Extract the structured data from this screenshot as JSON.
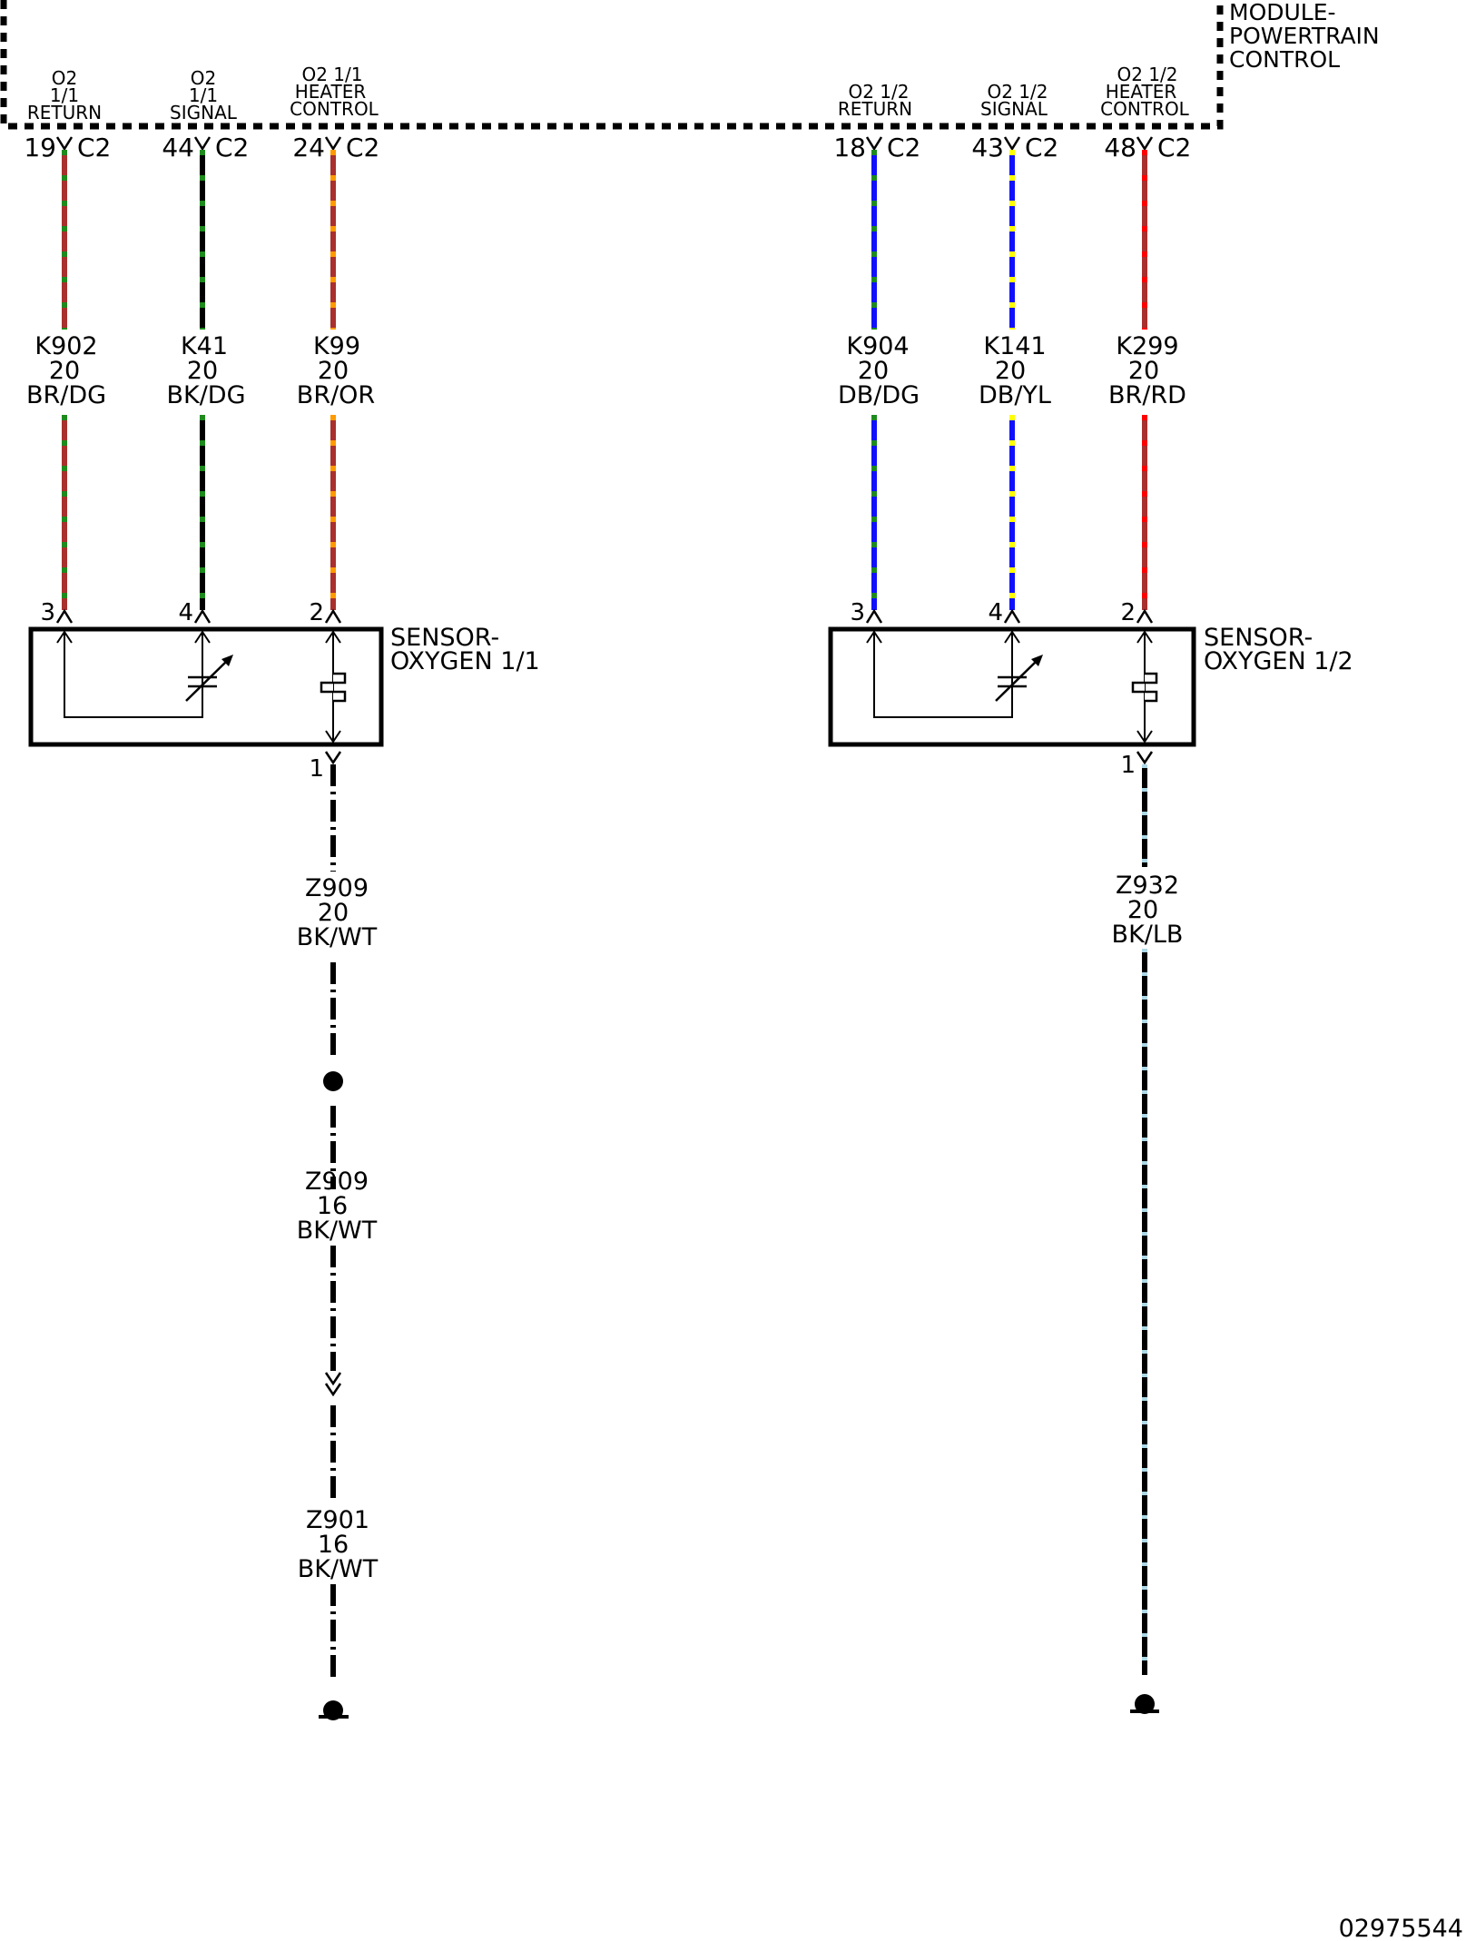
{
  "module": {
    "title_lines": [
      "MODULE-",
      "POWERTRAIN",
      "CONTROL"
    ],
    "pins": [
      {
        "label_lines": [
          "O2",
          "1/1",
          "RETURN"
        ],
        "pin": "19",
        "connector": "C2"
      },
      {
        "label_lines": [
          "O2",
          "1/1",
          "SIGNAL"
        ],
        "pin": "44",
        "connector": "C2"
      },
      {
        "label_lines": [
          "O2 1/1",
          "HEATER",
          "CONTROL"
        ],
        "pin": "24",
        "connector": "C2"
      },
      {
        "label_lines": [
          "O2 1/2",
          "RETURN"
        ],
        "pin": "18",
        "connector": "C2"
      },
      {
        "label_lines": [
          "O2 1/2",
          "SIGNAL"
        ],
        "pin": "43",
        "connector": "C2"
      },
      {
        "label_lines": [
          "O2 1/2",
          "HEATER",
          "CONTROL"
        ],
        "pin": "48",
        "connector": "C2"
      }
    ]
  },
  "wires": [
    {
      "circuit": "K902",
      "gauge": "20",
      "color_code": "BR/DG",
      "base": "#a8302e",
      "stripe": "#1e8a1e"
    },
    {
      "circuit": "K41",
      "gauge": "20",
      "color_code": "BK/DG",
      "base": "#000000",
      "stripe": "#1e8a1e"
    },
    {
      "circuit": "K99",
      "gauge": "20",
      "color_code": "BR/OR",
      "base": "#a8302e",
      "stripe": "#ff9a00"
    },
    {
      "circuit": "K904",
      "gauge": "20",
      "color_code": "DB/DG",
      "base": "#1010ff",
      "stripe": "#1e8a1e"
    },
    {
      "circuit": "K141",
      "gauge": "20",
      "color_code": "DB/YL",
      "base": "#1010ff",
      "stripe": "#ffff00"
    },
    {
      "circuit": "K299",
      "gauge": "20",
      "color_code": "BR/RD",
      "base": "#a8302e",
      "stripe": "#ff0000"
    }
  ],
  "sensors": [
    {
      "name_lines": [
        "SENSOR-",
        "OXYGEN 1/1"
      ],
      "pins": [
        "3",
        "4",
        "2"
      ],
      "ground_pin": "1"
    },
    {
      "name_lines": [
        "SENSOR-",
        "OXYGEN 1/2"
      ],
      "pins": [
        "3",
        "4",
        "2"
      ],
      "ground_pin": "1"
    }
  ],
  "ground_wires": {
    "left": [
      {
        "circuit": "Z909",
        "gauge": "20",
        "color_code": "BK/WT"
      },
      {
        "circuit": "Z909",
        "gauge": "16",
        "color_code": "BK/WT"
      },
      {
        "circuit": "Z901",
        "gauge": "16",
        "color_code": "BK/WT"
      }
    ],
    "right": [
      {
        "circuit": "Z932",
        "gauge": "20",
        "color_code": "BK/LB",
        "stripe": "#add8e6"
      }
    ]
  },
  "diagram_id": "02975544"
}
